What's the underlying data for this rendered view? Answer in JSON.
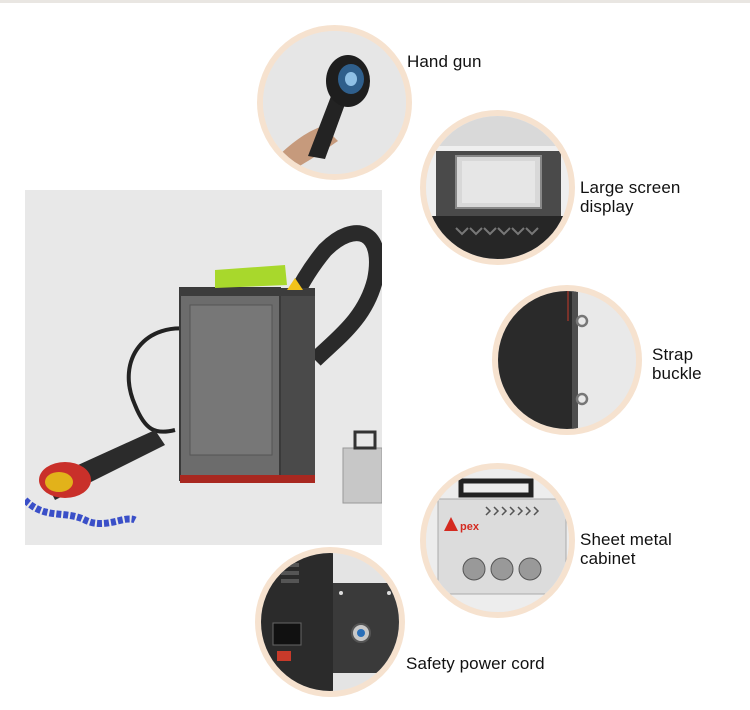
{
  "labels": {
    "hand_gun": "Hand gun",
    "large_screen_display": "Large screen display",
    "strap_buckle": "Strap buckle",
    "sheet_metal_cabinet": "Sheet metal cabinet",
    "safety_power_cord": "Safety power cord"
  },
  "brand_mark": "pex",
  "colors": {
    "bubble_border": "#f6e2cf",
    "label_text": "#111111",
    "accent_green": "#a8d82c",
    "accent_red": "#d42a20"
  }
}
